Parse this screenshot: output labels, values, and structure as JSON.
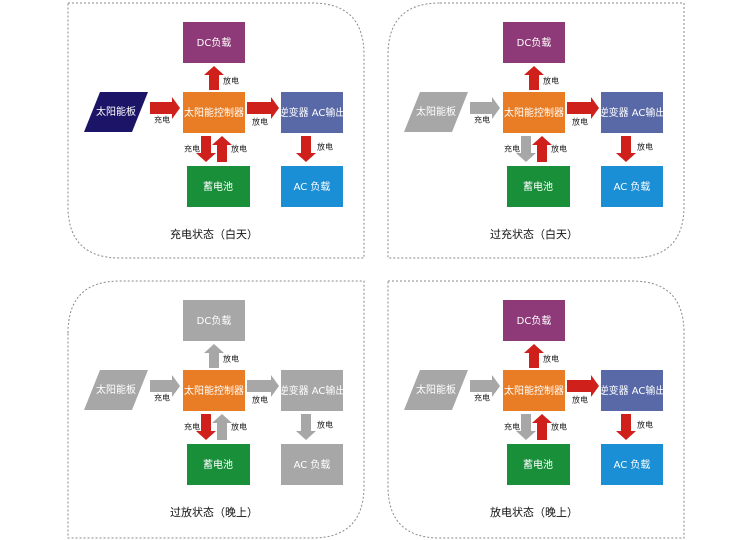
{
  "labels": {
    "solar": "太阳能板",
    "controller": "太阳能控制器",
    "dc_load": "DC负载",
    "inverter": "逆变器 AC输出",
    "battery": "蓄电池",
    "ac_load": "AC 负载",
    "charge": "充电",
    "discharge": "放电"
  },
  "colors": {
    "solar": "#1c1466",
    "controller": "#e87d25",
    "dc_load": "#8e3a79",
    "inverter": "#5969a8",
    "battery": "#1a8f3a",
    "ac_load": "#1b8fd5",
    "active_arrow": "#d0201c",
    "gray": "#a7a7a7"
  },
  "panels": [
    {
      "caption": "充电状态（白天）",
      "solar_active": true,
      "dc_active": true,
      "inverter_active": true,
      "ac_active": true,
      "arrow_solar": "red",
      "arrow_dc": "red",
      "arrow_inv": "red",
      "arrow_ac": "red",
      "arrow_charge": "red",
      "arrow_discharge": "red"
    },
    {
      "caption": "过充状态（白天）",
      "solar_active": false,
      "dc_active": true,
      "inverter_active": true,
      "ac_active": true,
      "arrow_solar": "gray",
      "arrow_dc": "red",
      "arrow_inv": "red",
      "arrow_ac": "red",
      "arrow_charge": "gray",
      "arrow_discharge": "red"
    },
    {
      "caption": "过放状态（晚上）",
      "solar_active": false,
      "dc_active": false,
      "inverter_active": false,
      "ac_active": false,
      "arrow_solar": "gray",
      "arrow_dc": "gray",
      "arrow_inv": "gray",
      "arrow_ac": "gray",
      "arrow_charge": "red",
      "arrow_discharge": "gray"
    },
    {
      "caption": "放电状态（晚上）",
      "solar_active": false,
      "dc_active": true,
      "inverter_active": true,
      "ac_active": true,
      "arrow_solar": "gray",
      "arrow_dc": "red",
      "arrow_inv": "red",
      "arrow_ac": "red",
      "arrow_charge": "gray",
      "arrow_discharge": "red"
    }
  ]
}
